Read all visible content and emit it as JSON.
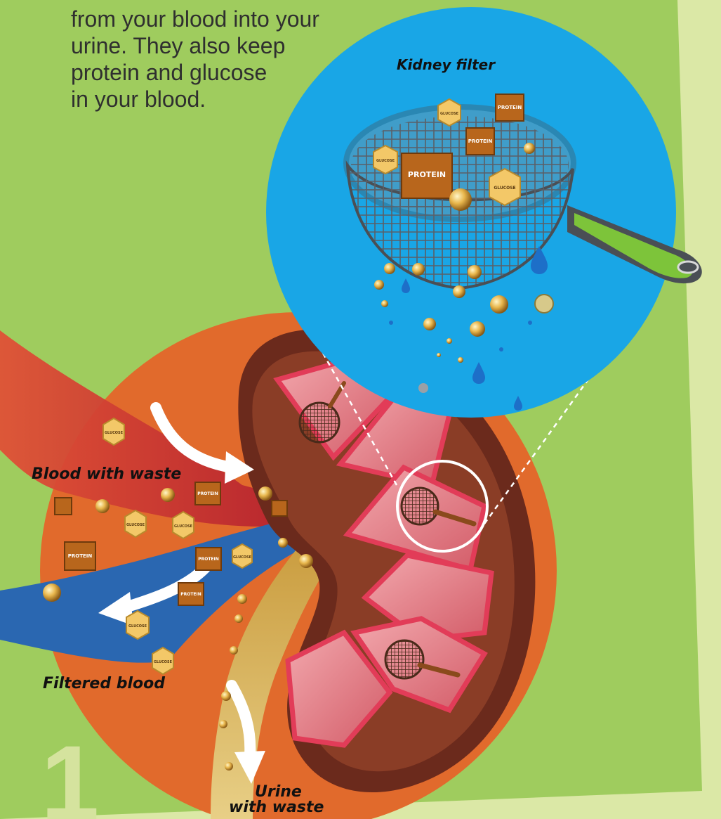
{
  "intro": {
    "lines": [
      "from your blood into your",
      "urine. They also keep",
      "protein and glucose",
      "in your blood."
    ]
  },
  "labels": {
    "kidney_filter": "Kidney filter",
    "blood_with_waste": "Blood with waste",
    "filtered_blood": "Filtered blood",
    "urine_line1": "Urine",
    "urine_line2": "with waste"
  },
  "particles": {
    "protein": "PROTEIN",
    "glucose": "GLUCOSE"
  },
  "step_number": "1",
  "colors": {
    "background_light": "#dbe8a6",
    "panel_green": "#9fcc5e",
    "zoom_circle": "#19a6e6",
    "kidney_orange": "#e16a2c",
    "blood_red": "#c32a38",
    "filtered_blue": "#2a67b1",
    "urine_yellow": "#d7b45a",
    "protein_brown": "#b8661c",
    "glucose_gold": "#f3c868",
    "handle_green": "#7dc43a"
  }
}
